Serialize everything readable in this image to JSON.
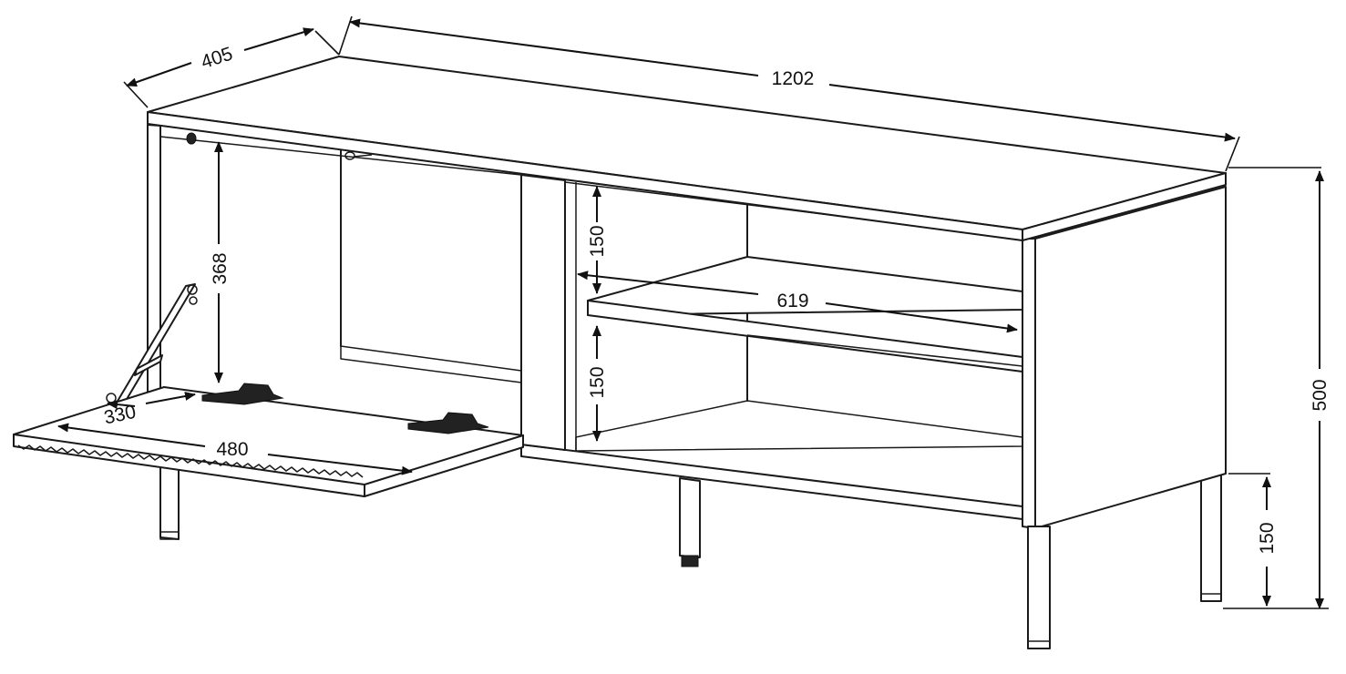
{
  "dimensions": {
    "depth": "405",
    "width": "1202",
    "inner_height": "368",
    "shelf_upper_gap": "150",
    "shelf_lower_gap": "150",
    "shelf_width": "619",
    "height": "500",
    "leg_height": "150",
    "door_depth": "330",
    "door_width": "480"
  }
}
